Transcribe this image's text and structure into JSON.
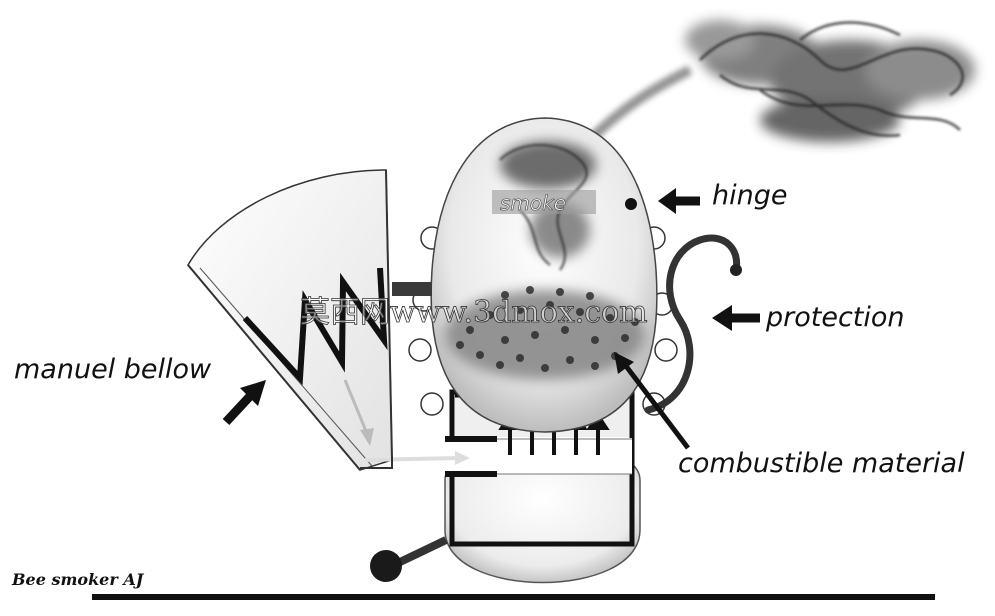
{
  "labels": {
    "hinge": "hinge",
    "protection": "protection",
    "manual_bellow": "manuel bellow",
    "combustible_material": "combustible material",
    "smoke": "smoke"
  },
  "signature": "Bee smoker AJ",
  "watermark": "莫西网www.3dmox.com",
  "colors": {
    "background": "#ffffff",
    "ink": "#111111",
    "body_fill": "#e6e6e6",
    "smoke": "#3a3a3a"
  }
}
